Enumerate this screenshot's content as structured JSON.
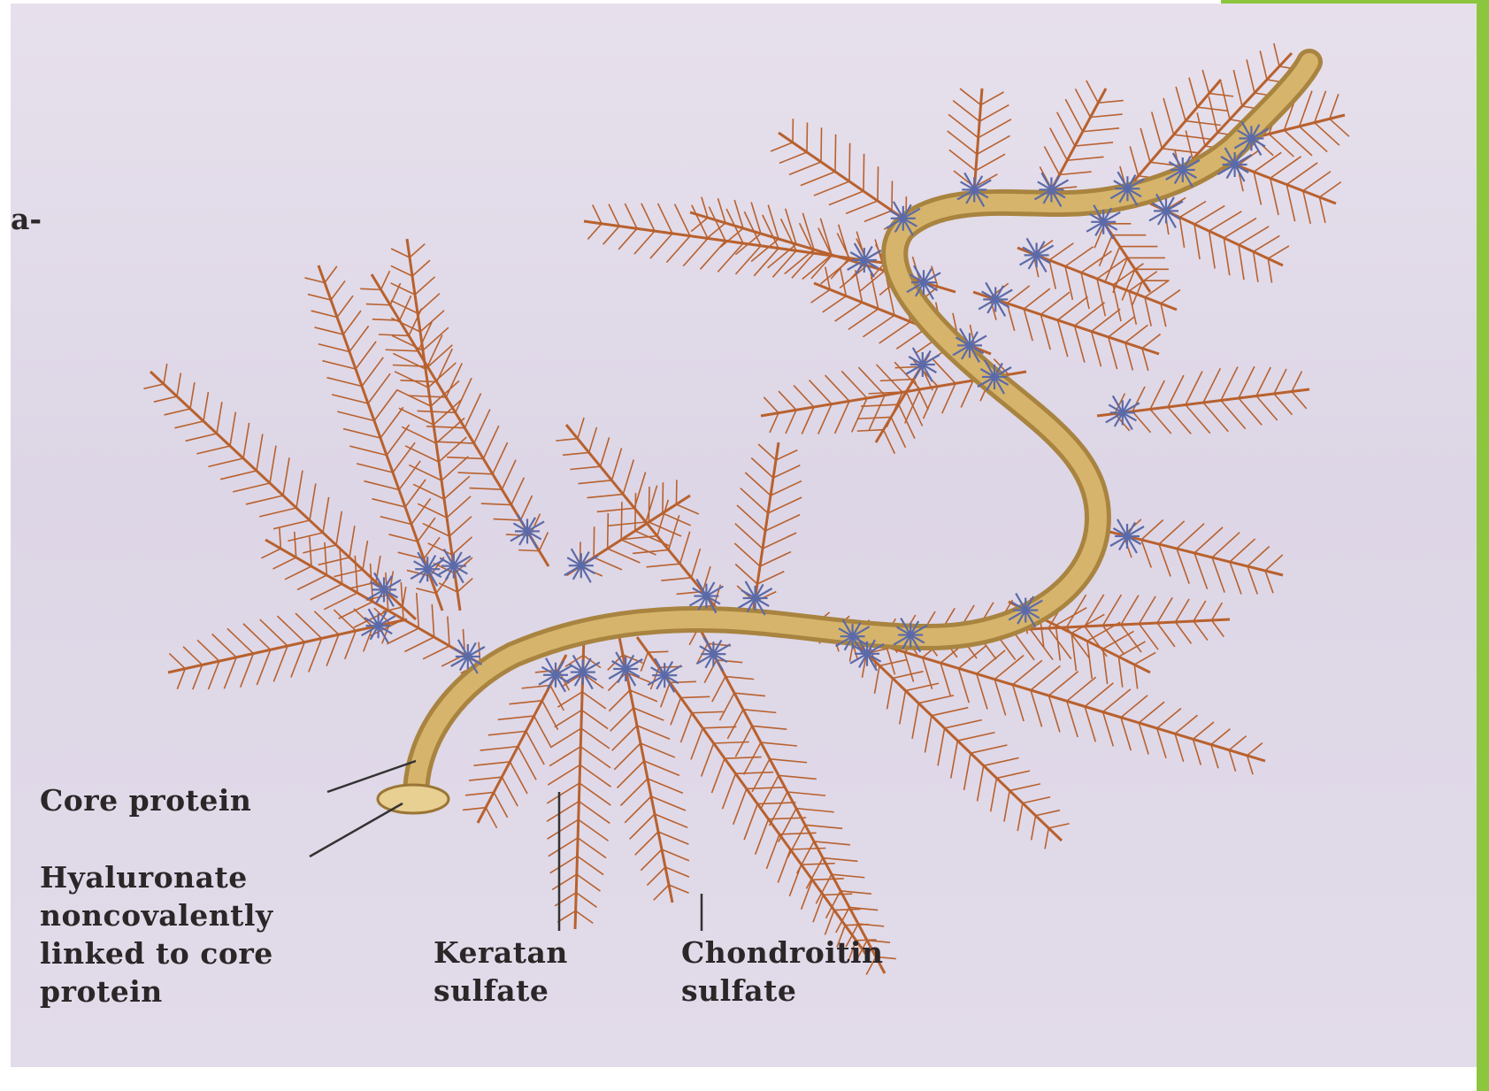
{
  "figure": {
    "fragment_text": "a-",
    "labels": {
      "core_protein": "Core protein",
      "hyaluronate": "Hyaluronate\nnoncovalently\nlinked to core\nprotein",
      "keratan_sulfate": "Keratan\nsulfate",
      "chondroitin_sulfate": "Chondroitin\nsulfate"
    }
  },
  "colors": {
    "background": "#e4dde9",
    "core_protein": "#c9a35a",
    "chondroitin": "#b8612e",
    "keratan": "#5b6aa8",
    "slide_accent": "#8cc63f"
  }
}
